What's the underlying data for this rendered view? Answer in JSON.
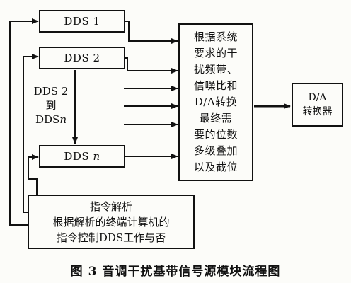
{
  "diagram": {
    "dds1": {
      "name": "DDS",
      "num": "1"
    },
    "dds2": {
      "name": "DDS",
      "num": "2"
    },
    "ddsn": {
      "name": "DDS",
      "var": "n"
    },
    "range_label": {
      "line1": "DDS 2",
      "line2": "到",
      "line3_prefix": "DDS",
      "line3_var": "n"
    },
    "combine": {
      "text": "根据系统\n要求的干\n扰频带、\n信噪比和\nD/A转换\n最终需\n要的位数\n多级叠加\n以及截位"
    },
    "da": {
      "text": "D/A\n转换器"
    },
    "command": {
      "text": "指令解析\n根据解析的终端计算机的\n指令控制DDS工作与否"
    },
    "caption": "图 3  音调干扰基带信号源模块流程图"
  }
}
